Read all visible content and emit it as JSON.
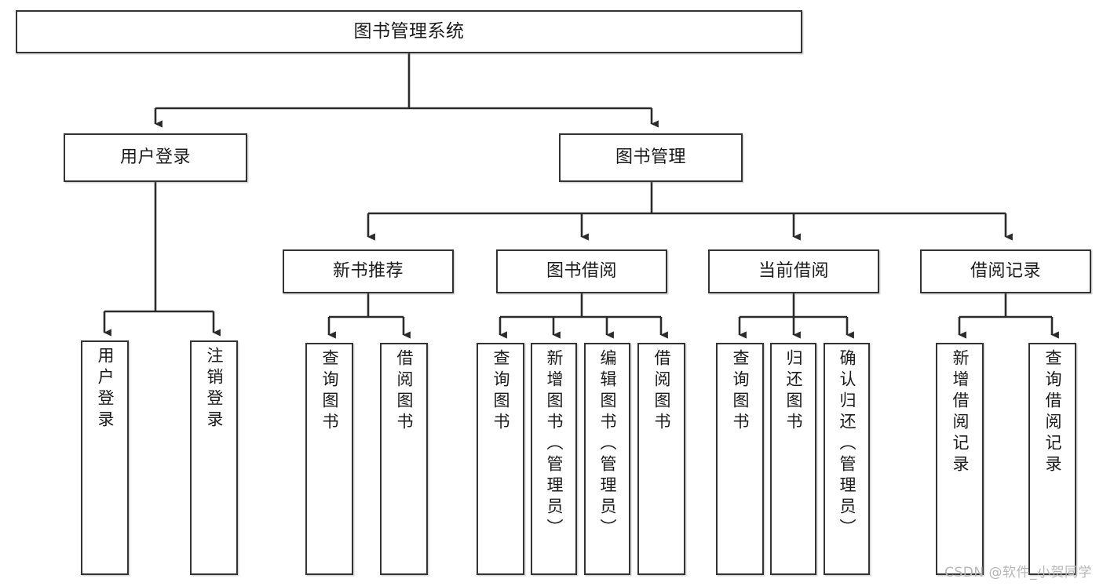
{
  "diagram": {
    "title": "图书管理系统",
    "type": "tree-hierarchy-chart",
    "watermark": "CSDN @软件_小贺同学",
    "colors": {
      "box_border": "#333333",
      "box_fill": "#ffffff",
      "edge": "#2b2b2b",
      "text": "#1b1b1b",
      "watermark": "#b7b7b7",
      "background": "#ffffff"
    },
    "nodes": {
      "root": {
        "label": "图书管理系统",
        "level": 1,
        "orientation": "horizontal"
      },
      "l2": [
        {
          "id": "user_login",
          "label": "用户登录",
          "level": 2,
          "orientation": "horizontal"
        },
        {
          "id": "book_mgmt",
          "label": "图书管理",
          "level": 2,
          "orientation": "horizontal"
        }
      ],
      "l3": [
        {
          "id": "new_book_rec",
          "label": "新书推荐",
          "level": 3,
          "orientation": "horizontal"
        },
        {
          "id": "book_borrow",
          "label": "图书借阅",
          "level": 3,
          "orientation": "horizontal"
        },
        {
          "id": "current_borrow",
          "label": "当前借阅",
          "level": 3,
          "orientation": "horizontal"
        },
        {
          "id": "borrow_record",
          "label": "借阅记录",
          "level": 3,
          "orientation": "horizontal"
        }
      ],
      "leaves": [
        {
          "id": "leaf_user_login",
          "label": "用户登录",
          "parent": "user_login",
          "orientation": "vertical"
        },
        {
          "id": "leaf_logout",
          "label": "注销登录",
          "parent": "user_login",
          "orientation": "vertical"
        },
        {
          "id": "leaf_query_book_1",
          "label": "查询图书",
          "parent": "new_book_rec",
          "orientation": "vertical"
        },
        {
          "id": "leaf_borrow_book_1",
          "label": "借阅图书",
          "parent": "new_book_rec",
          "orientation": "vertical"
        },
        {
          "id": "leaf_query_book_2",
          "label": "查询图书",
          "parent": "book_borrow",
          "orientation": "vertical"
        },
        {
          "id": "leaf_add_book",
          "label": "新增图书（管理员）",
          "parent": "book_borrow",
          "orientation": "vertical"
        },
        {
          "id": "leaf_edit_book",
          "label": "编辑图书（管理员）",
          "parent": "book_borrow",
          "orientation": "vertical"
        },
        {
          "id": "leaf_borrow_book_2",
          "label": "借阅图书",
          "parent": "book_borrow",
          "orientation": "vertical"
        },
        {
          "id": "leaf_query_book_3",
          "label": "查询图书",
          "parent": "current_borrow",
          "orientation": "vertical"
        },
        {
          "id": "leaf_return_book",
          "label": "归还图书",
          "parent": "current_borrow",
          "orientation": "vertical"
        },
        {
          "id": "leaf_confirm_return",
          "label": "确认归还（管理员）",
          "parent": "current_borrow",
          "orientation": "vertical"
        },
        {
          "id": "leaf_add_record",
          "label": "新增借阅记录",
          "parent": "borrow_record",
          "orientation": "vertical"
        },
        {
          "id": "leaf_query_record",
          "label": "查询借阅记录",
          "parent": "borrow_record",
          "orientation": "vertical"
        }
      ]
    }
  }
}
